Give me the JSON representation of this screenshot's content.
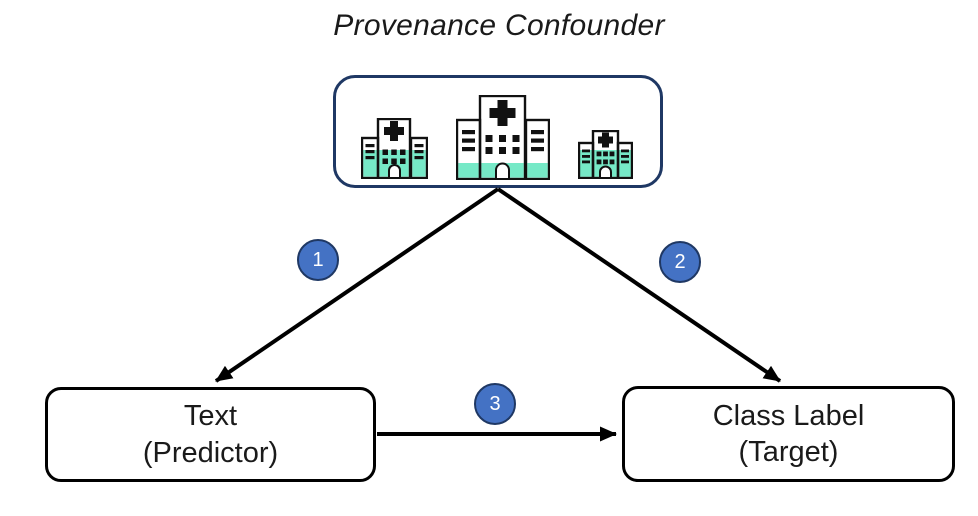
{
  "diagram": {
    "title": "Provenance Confounder",
    "confounder": {
      "label": "Provenance Confounder",
      "icons": [
        {
          "name": "hospital-icon-medium"
        },
        {
          "name": "hospital-icon-large"
        },
        {
          "name": "hospital-icon-small"
        }
      ]
    },
    "nodes": {
      "text": {
        "line1": "Text",
        "line2": "(Predictor)"
      },
      "class_label": {
        "line1": "Class Label",
        "line2": "(Target)"
      }
    },
    "edges": [
      {
        "label": "1",
        "from": "provenance-confounder",
        "to": "text-predictor"
      },
      {
        "label": "2",
        "from": "provenance-confounder",
        "to": "class-label-target"
      },
      {
        "label": "3",
        "from": "text-predictor",
        "to": "class-label-target"
      }
    ],
    "colors": {
      "background": "#FFFFFF",
      "confounder_border": "#1F3864",
      "badge_fill": "#4472C4",
      "badge_border": "#1F3864",
      "badge_text": "#FFFFFF",
      "node_border": "#000000",
      "arrow": "#000000",
      "hospital_green": "#76E9C7",
      "hospital_outline": "#111111",
      "text": "#1A1A1A"
    }
  }
}
